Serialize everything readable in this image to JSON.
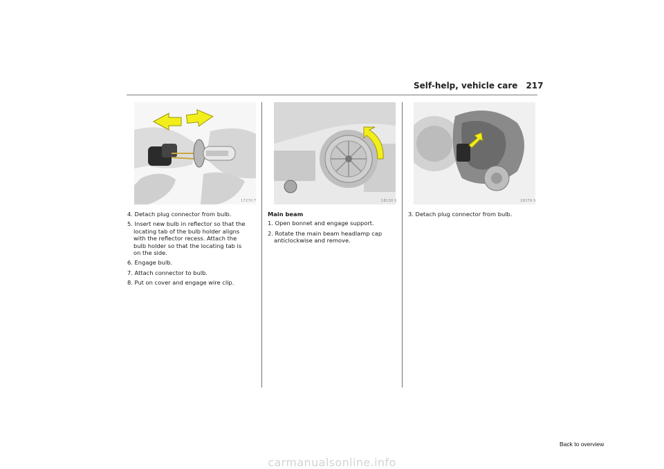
{
  "header": {
    "section_title": "Self-help, vehicle care",
    "page_number": "217"
  },
  "images": [
    {
      "code": "17270 T",
      "icon": "bulb-replacement-photo"
    },
    {
      "code": "18130 S",
      "icon": "headlamp-cap-photo"
    },
    {
      "code": "18379 S",
      "icon": "plug-connector-photo"
    }
  ],
  "columns": {
    "left": {
      "steps": [
        "4. Detach plug connector from bulb.",
        "5. Insert new bulb in reflector so that the locating tab of the bulb holder aligns with the reflector recess. Attach the bulb holder so that the locating tab is on the side.",
        "6. Engage bulb.",
        "7. Attach connector to bulb.",
        "8. Put on cover and engage wire clip."
      ]
    },
    "middle": {
      "heading": "Main beam",
      "steps": [
        "1. Open bonnet and engage support.",
        "2. Rotate the main beam headlamp cap anticlockwise and remove."
      ]
    },
    "right": {
      "steps": [
        "3. Detach plug connector from bulb."
      ]
    }
  },
  "footer": {
    "back_link": "Back to overview",
    "watermark": "carmanualsonline.info"
  },
  "colors": {
    "arrow": "#f2ee1a",
    "rule": "#7a7a7a"
  }
}
